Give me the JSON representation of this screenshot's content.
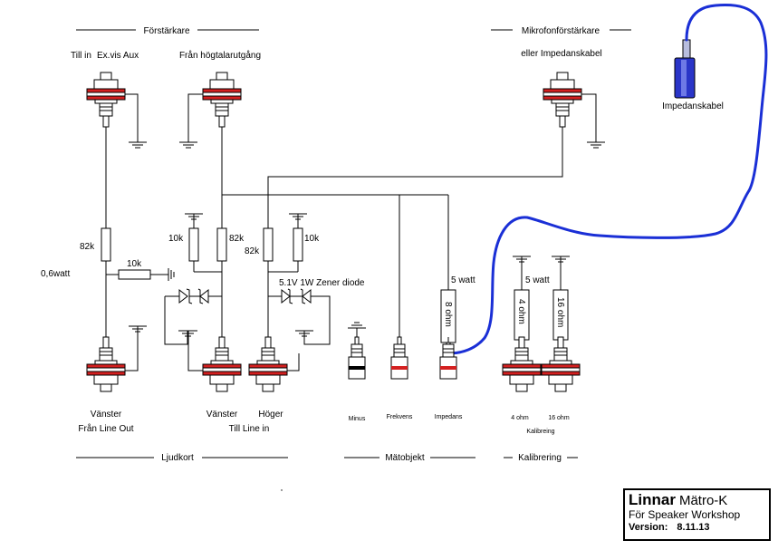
{
  "sections": {
    "forstarkare": "Förstärkare",
    "mikrofonforstarkare": "Mikrofonförstärkare",
    "ljudkort": "Ljudkort",
    "matobjekt": "Mätobjekt",
    "kalibrering": "Kalibrering"
  },
  "inputs": {
    "till_in": "Till in",
    "exvis_aux": "Ex.vis Aux",
    "fran_hogtalarutgang": "Från högtalarutgång",
    "eller_impedanskabel": "eller Impedanskabel",
    "impedanskabel": "Impedanskabel"
  },
  "components": {
    "r_82k": "82k",
    "r_10k": "10k",
    "power": "0,6watt",
    "zener": "5.1V 1W Zener diode",
    "five_watt": "5 watt",
    "r_8ohm": "8 ohm",
    "r_4ohm": "4 ohm",
    "r_16ohm": "16 ohm"
  },
  "jacks": {
    "vanster": "Vänster",
    "fran_line_out": "Från Line Out",
    "till_line_in": "Till Line in",
    "hoger": "Höger",
    "minus": "Minus",
    "frekvens": "Frekvens",
    "impedans": "Impedans",
    "jack_4ohm": "4 ohm",
    "jack_16ohm": "16 ohm",
    "kalibreing": "Kalibreing"
  },
  "title_block": {
    "brand": "Linnar",
    "product": "Mätro-K",
    "subtitle": "För Speaker Workshop",
    "version_label": "Version:",
    "version": "8.11.13"
  },
  "colors": {
    "cable": "#1a2fd6",
    "jack_ring": "#d42020"
  }
}
